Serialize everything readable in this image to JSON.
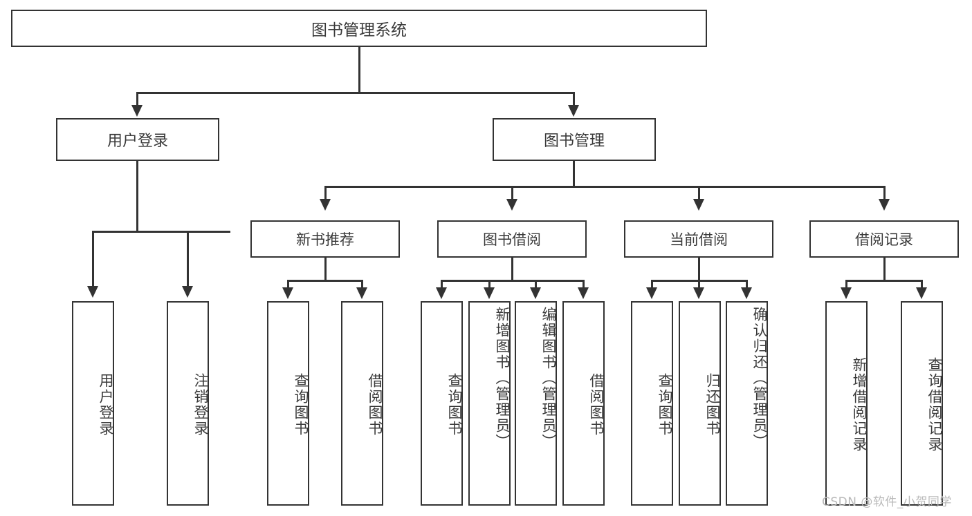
{
  "diagram": {
    "title": "图书管理系统",
    "type": "tree-hierarchy",
    "root": {
      "label": "图书管理系统"
    },
    "level2": [
      {
        "label": "用户登录"
      },
      {
        "label": "图书管理"
      }
    ],
    "level3": [
      {
        "label": "新书推荐"
      },
      {
        "label": "图书借阅"
      },
      {
        "label": "当前借阅"
      },
      {
        "label": "借阅记录"
      }
    ],
    "leaves": {
      "user_login": [
        {
          "label": "用户登录"
        },
        {
          "label": "注销登录"
        }
      ],
      "new_book_recommend": [
        {
          "label": "查询图书"
        },
        {
          "label": "借阅图书"
        }
      ],
      "book_borrow": [
        {
          "label": "查询图书"
        },
        {
          "label": "新增图书（管理员）"
        },
        {
          "label": "编辑图书（管理员）"
        },
        {
          "label": "借阅图书"
        }
      ],
      "current_borrow": [
        {
          "label": "查询图书"
        },
        {
          "label": "归还图书"
        },
        {
          "label": "确认归还（管理员）"
        }
      ],
      "borrow_records": [
        {
          "label": "新增借阅记录"
        },
        {
          "label": "查询借阅记录"
        }
      ]
    }
  },
  "watermark": {
    "text": "CSDN @软件_小贺同学"
  },
  "colors": {
    "stroke": "#333333",
    "text": "#3a3a3a",
    "background": "#ffffff",
    "watermark": "#b9b9b9"
  }
}
